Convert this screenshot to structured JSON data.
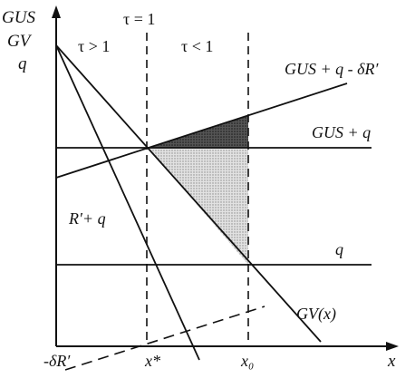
{
  "axes": {
    "y_labels": [
      "GUS",
      "GV",
      "q"
    ],
    "x_label": "x",
    "neg_origin_label": "-δR′",
    "x_star_label": "x*",
    "x0_label": "x₀"
  },
  "regions": {
    "tau_eq_label": "τ = 1",
    "tau_gt_label": "τ > 1",
    "tau_lt_label": "τ < 1"
  },
  "curves": {
    "gus_q_minus_label": "GUS + q - δR′",
    "gus_q_label": "GUS + q",
    "q_label": "q",
    "r_prime_q_label": "R′+ q",
    "gv_label": "GV(x)"
  },
  "colors": {
    "ink": "#111111",
    "dark_shade": "#3a3a3a",
    "light_shade": "#cfcfcf"
  }
}
